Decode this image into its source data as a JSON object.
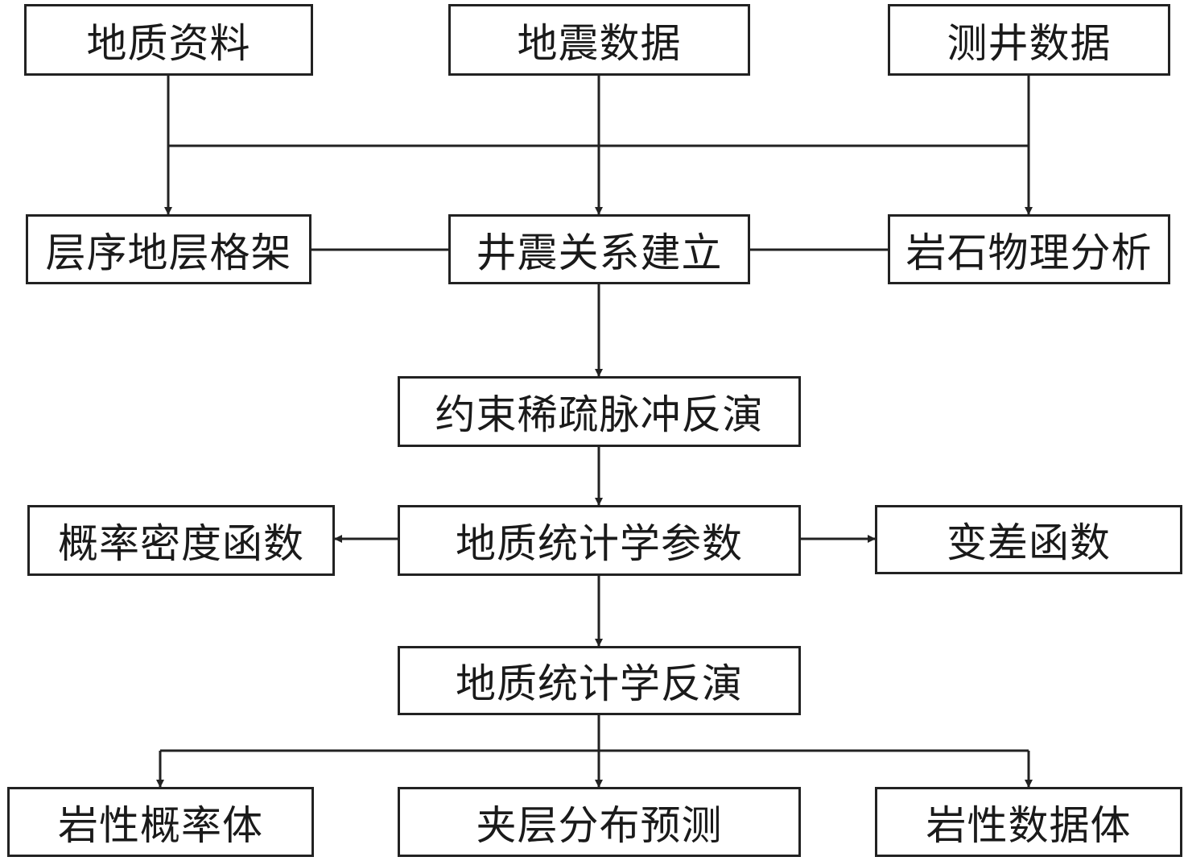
{
  "nodes": {
    "geology_data": "地质资料",
    "seismic_data": "地震数据",
    "well_log_data": "测井数据",
    "sequence_framework": "层序地层格架",
    "well_seismic_tie": "井震关系建立",
    "rock_physics": "岩石物理分析",
    "sparse_spike_inversion": "约束稀疏脉冲反演",
    "pdf": "概率密度函数",
    "geostat_params": "地质统计学参数",
    "variogram": "变差函数",
    "geostat_inversion": "地质统计学反演",
    "lithology_probability": "岩性概率体",
    "interlayer_prediction": "夹层分布预测",
    "lithology_volume": "岩性数据体"
  },
  "edges": [
    {
      "from": "geology_data",
      "to": "sequence_framework",
      "arrow": true
    },
    {
      "from": "seismic_data",
      "to": "well_seismic_tie",
      "arrow": true
    },
    {
      "from": "well_log_data",
      "to": "rock_physics",
      "arrow": true
    },
    {
      "from": "geology_data",
      "to": "well_log_data",
      "arrow": false
    },
    {
      "from": "sequence_framework",
      "to": "well_seismic_tie",
      "arrow": false
    },
    {
      "from": "well_seismic_tie",
      "to": "rock_physics",
      "arrow": false
    },
    {
      "from": "well_seismic_tie",
      "to": "sparse_spike_inversion",
      "arrow": true
    },
    {
      "from": "sparse_spike_inversion",
      "to": "geostat_params",
      "arrow": true
    },
    {
      "from": "geostat_params",
      "to": "pdf",
      "arrow": true
    },
    {
      "from": "geostat_params",
      "to": "variogram",
      "arrow": true
    },
    {
      "from": "geostat_params",
      "to": "geostat_inversion",
      "arrow": true
    },
    {
      "from": "geostat_inversion",
      "to": "lithology_probability",
      "arrow": true
    },
    {
      "from": "geostat_inversion",
      "to": "interlayer_prediction",
      "arrow": true
    },
    {
      "from": "geostat_inversion",
      "to": "lithology_volume",
      "arrow": true
    }
  ],
  "colors": {
    "stroke": "#222222",
    "text": "#1a1a1a",
    "background": "#ffffff"
  }
}
